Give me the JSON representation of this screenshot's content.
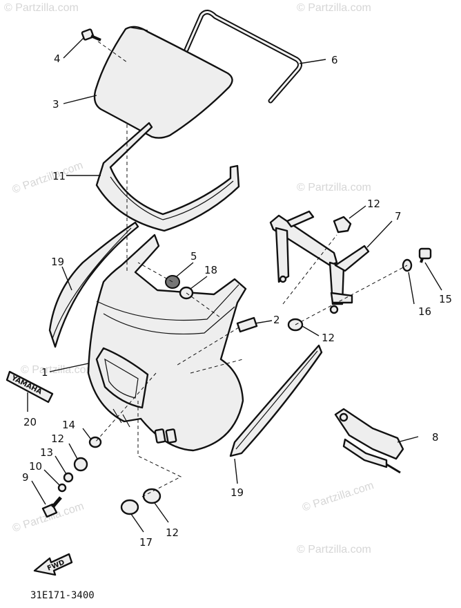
{
  "watermark": "© Partzilla.com",
  "diagram_code": "31E171-3400",
  "fwd_label": "FWD",
  "emblem_text": "YAMAHA",
  "callouts": {
    "c1": "1",
    "c2": "2",
    "c3": "3",
    "c4": "4",
    "c5": "5",
    "c6": "6",
    "c7": "7",
    "c8": "8",
    "c9": "9",
    "c10": "10",
    "c11": "11",
    "c12a": "12",
    "c12b": "12",
    "c12c": "12",
    "c12d": "12",
    "c13": "13",
    "c14": "14",
    "c15": "15",
    "c16": "16",
    "c17": "17",
    "c18": "18",
    "c19a": "19",
    "c19b": "19",
    "c20": "20"
  }
}
